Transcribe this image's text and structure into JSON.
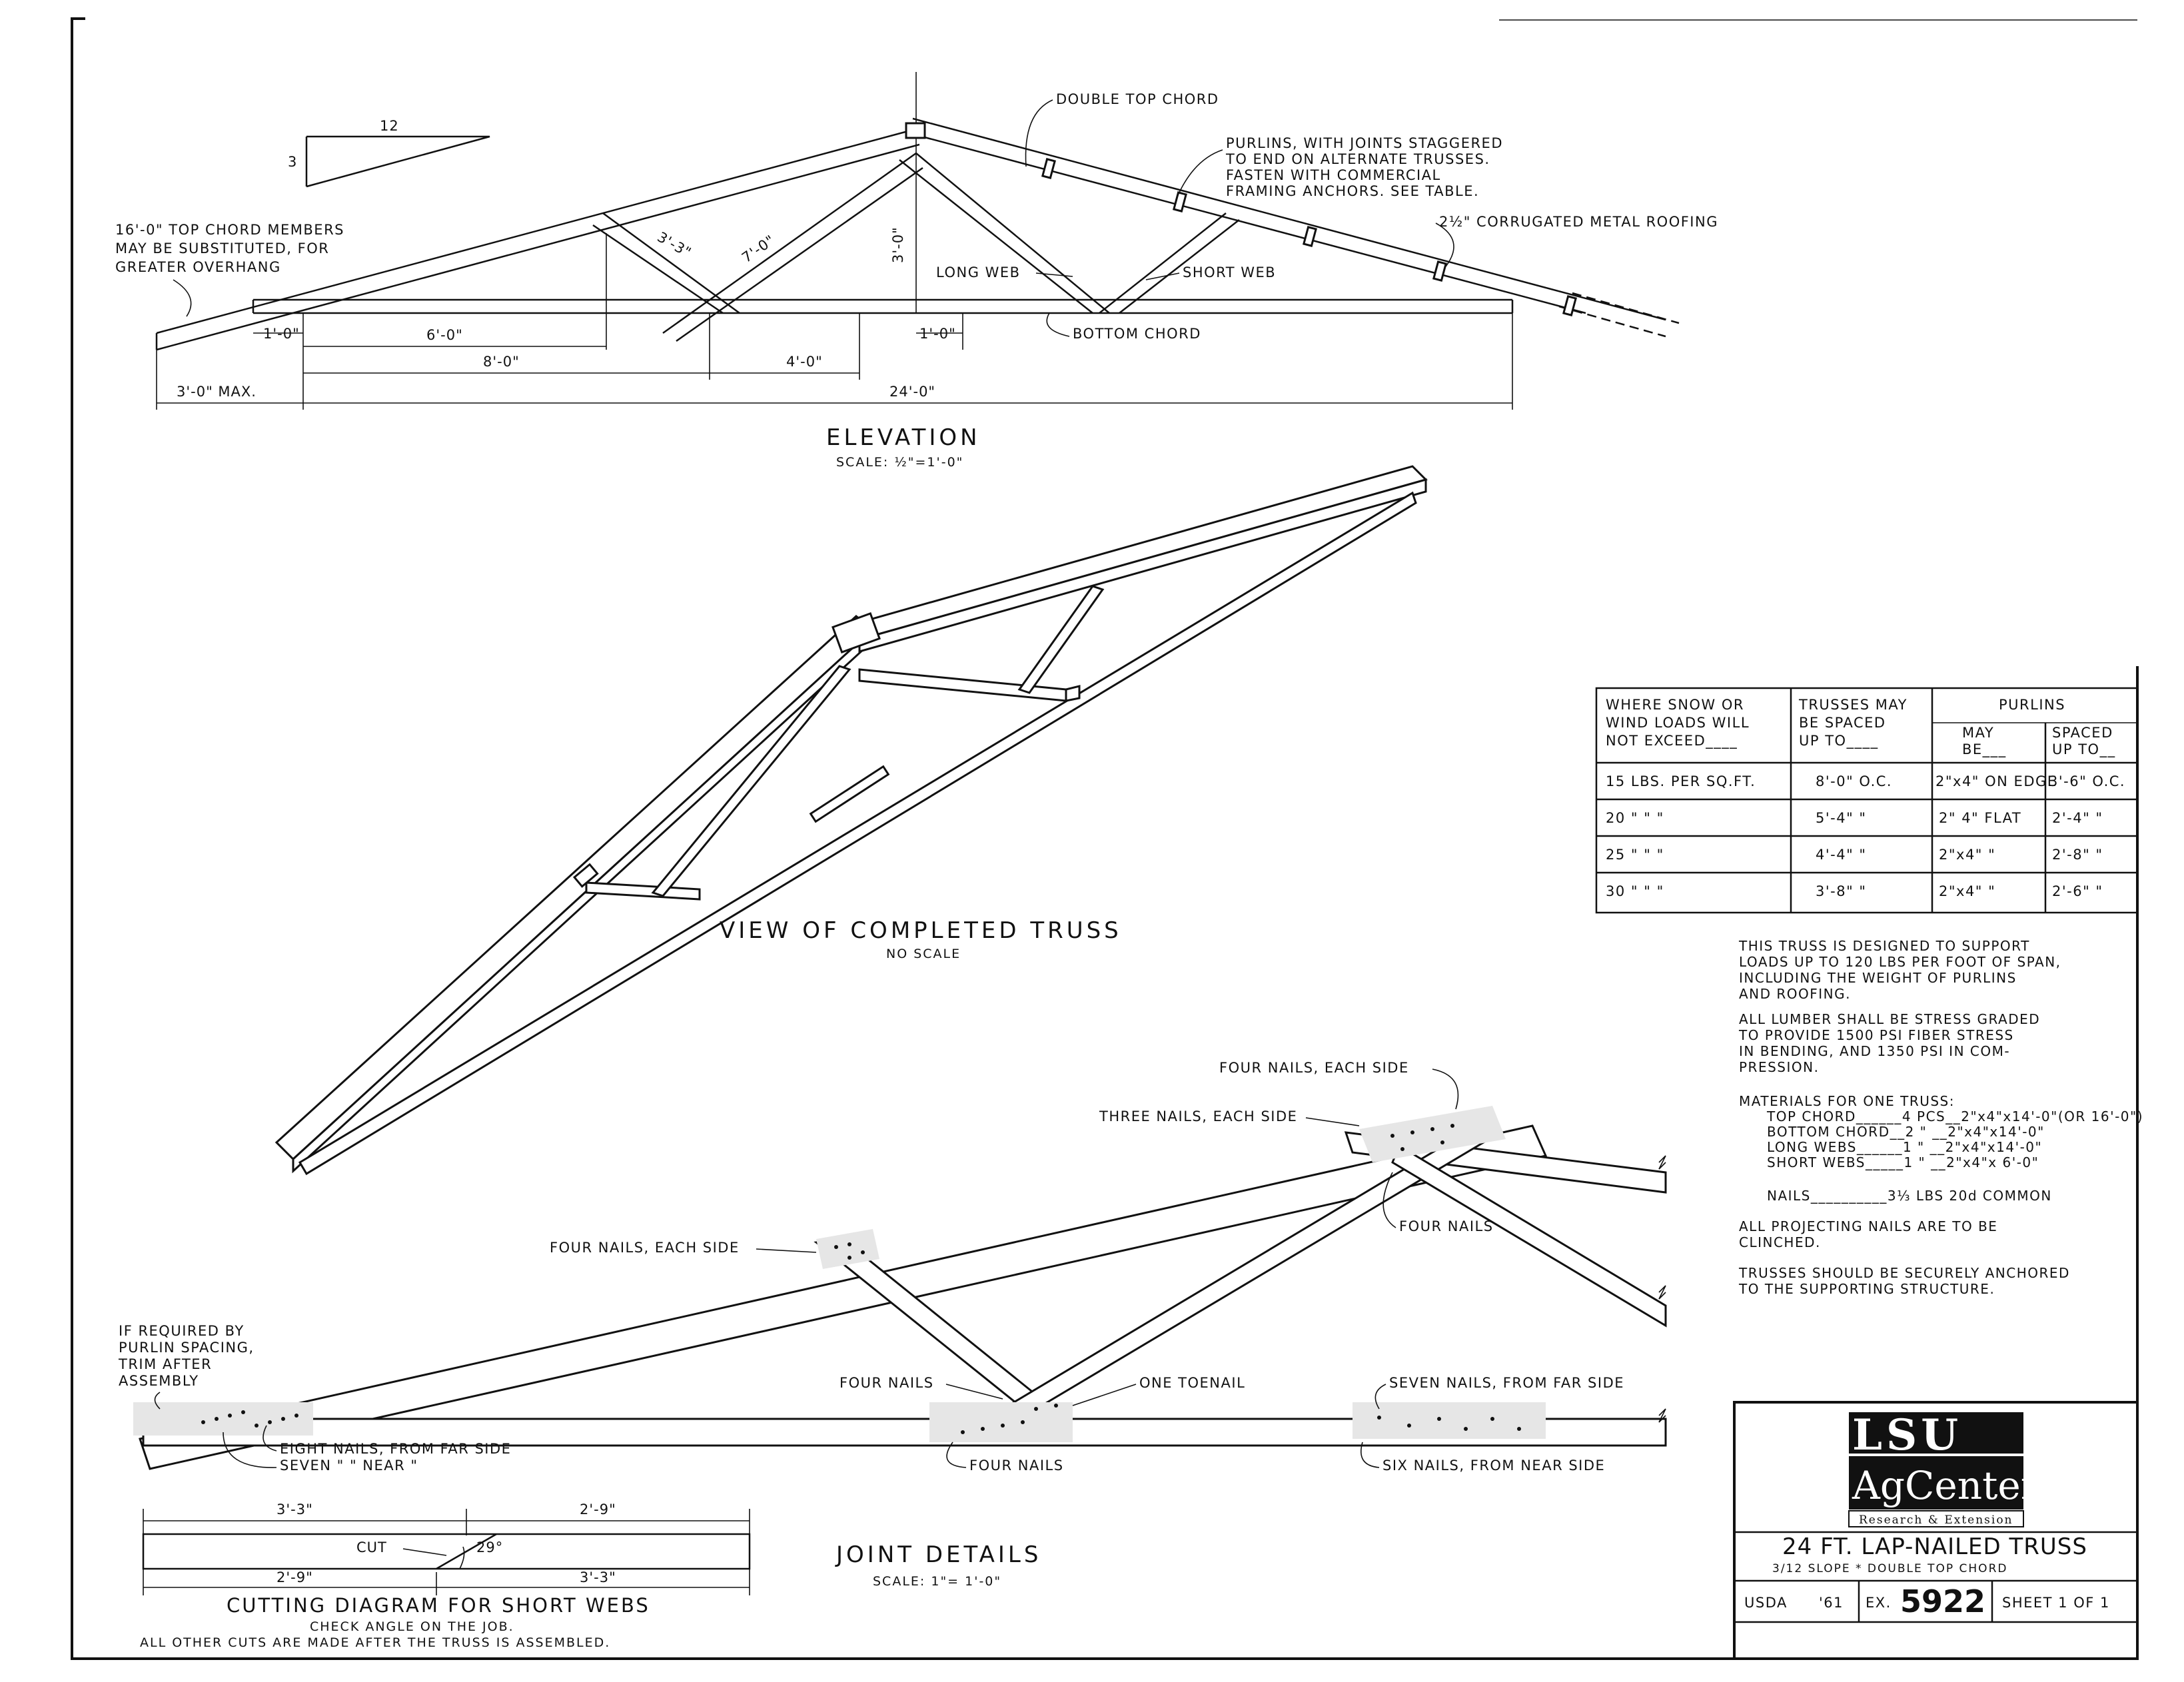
{
  "elevation": {
    "slope_rise": "3",
    "slope_run": "12",
    "label_top_chord_members": [
      "16'-0\" TOP CHORD MEMBERS",
      "MAY BE SUBSTITUTED, FOR",
      "GREATER OVERHANG"
    ],
    "label_double_top_chord": "DOUBLE TOP CHORD",
    "label_purlins": [
      "PURLINS, WITH JOINTS STAGGERED",
      "TO END ON ALTERNATE TRUSSES.",
      "FASTEN WITH COMMERCIAL",
      "FRAMING ANCHORS. SEE TABLE."
    ],
    "label_roofing": "2½\" CORRUGATED METAL ROOFING",
    "label_long_web": "LONG WEB",
    "label_short_web": "SHORT WEB",
    "label_bottom_chord": "BOTTOM CHORD",
    "dim_short_web": "3'-3\"",
    "dim_long_web": "7'-0\"",
    "dim_height": "3'-0\"",
    "dim_1ft_left": "1'-0\"",
    "dim_6ft": "6'-0\"",
    "dim_1ft_right": "1'-0\"",
    "dim_8ft": "8'-0\"",
    "dim_4ft": "4'-0\"",
    "dim_overhang": "3'-0\" MAX.",
    "dim_span": "24'-0\"",
    "title": "ELEVATION",
    "scale": "SCALE: ½\"=1'-0\""
  },
  "completed_view": {
    "title": "VIEW OF COMPLETED TRUSS",
    "scale": "NO SCALE"
  },
  "purlin_table": {
    "header_col1": [
      "WHERE SNOW OR",
      "WIND LOADS WILL",
      "NOT EXCEED____"
    ],
    "header_col2": [
      "TRUSSES MAY",
      "BE SPACED",
      "UP TO____"
    ],
    "header_purlins": "PURLINS",
    "header_col3": [
      "MAY",
      "BE___"
    ],
    "header_col4": [
      "SPACED",
      "UP TO__"
    ],
    "rows": [
      {
        "load": "15 LBS. PER SQ.FT.",
        "spacing": "8'-0\" O.C.",
        "purlin": "2\"x4\" ON EDGE",
        "purlin_spacing": "3'-6\" O.C."
      },
      {
        "load": "20 \"    \"    \"",
        "spacing": "5'-4\" \"",
        "purlin": "2\" 4\" FLAT",
        "purlin_spacing": "2'-4\" \""
      },
      {
        "load": "25 \"    \"    \"",
        "spacing": "4'-4\" \"",
        "purlin": "2\"x4\"  \"",
        "purlin_spacing": "2'-8\" \""
      },
      {
        "load": "30 \"    \"    \"",
        "spacing": "3'-8\" \"",
        "purlin": "2\"x4\"  \"",
        "purlin_spacing": "2'-6\" \""
      }
    ]
  },
  "notes": {
    "design": [
      "THIS TRUSS IS DESIGNED TO SUPPORT",
      "LOADS UP TO 120 LBS PER FOOT OF SPAN,",
      "INCLUDING THE WEIGHT OF PURLINS",
      "AND ROOFING."
    ],
    "lumber": [
      "ALL LUMBER SHALL BE STRESS GRADED",
      "TO PROVIDE 1500 PSI FIBER STRESS",
      "IN BENDING, AND 1350 PSI IN COM-",
      "PRESSION."
    ],
    "materials_title": "MATERIALS FOR ONE TRUSS:",
    "materials": [
      "TOP CHORD______4 PCS__2\"x4\"x14'-0\"(OR 16'-0\")",
      "BOTTOM CHORD__2  \"  __2\"x4\"x14'-0\"",
      "LONG WEBS______1  \"  __2\"x4\"x14'-0\"",
      "SHORT WEBS_____1  \"  __2\"x4\"x 6'-0\""
    ],
    "nails": "NAILS__________3⅓ LBS 20d COMMON",
    "clinched": [
      "ALL PROJECTING NAILS ARE TO BE",
      "CLINCHED."
    ],
    "anchored": [
      "TRUSSES SHOULD BE SECURELY ANCHORED",
      "TO THE SUPPORTING STRUCTURE."
    ]
  },
  "joint_details": {
    "four_each_side_top": "FOUR NAILS, EACH SIDE",
    "three_each_side": "THREE NAILS, EACH SIDE",
    "four_nails_right": "FOUR NAILS",
    "four_each_side_mid": "FOUR NAILS, EACH SIDE",
    "if_required": [
      "IF REQUIRED BY",
      "PURLIN SPACING,",
      "TRIM AFTER",
      "ASSEMBLY"
    ],
    "four_nails_mid": "FOUR NAILS",
    "one_toenail": "ONE TOENAIL",
    "seven_far": "SEVEN NAILS, FROM FAR SIDE",
    "eight_far": "EIGHT NAILS, FROM FAR SIDE",
    "seven_near": "SEVEN   \"     \"   NEAR \"",
    "four_nails_bottom": "FOUR NAILS",
    "six_near": "SIX NAILS, FROM NEAR SIDE",
    "title": "JOINT DETAILS",
    "scale": "SCALE: 1\"= 1'-0\""
  },
  "cutting_diagram": {
    "dim_top_left": "3'-3\"",
    "dim_top_right": "2'-9\"",
    "cut": "CUT",
    "angle": "29°",
    "dim_bottom_left": "2'-9\"",
    "dim_bottom_right": "3'-3\"",
    "title": "CUTTING DIAGRAM FOR SHORT WEBS",
    "note1": "CHECK ANGLE ON THE JOB.",
    "note2": "ALL OTHER CUTS ARE MADE AFTER THE TRUSS IS ASSEMBLED."
  },
  "title_block": {
    "logo_main": "LSU",
    "logo_sub": "AgCenter",
    "logo_tag": "Research & Extension",
    "title": "24 FT. LAP-NAILED TRUSS",
    "subtitle": "3/12 SLOPE * DOUBLE TOP CHORD",
    "agency": "USDA",
    "year": "'61",
    "ex_prefix": "EX.",
    "plan_number": "5922",
    "sheet": "SHEET 1 OF 1"
  }
}
